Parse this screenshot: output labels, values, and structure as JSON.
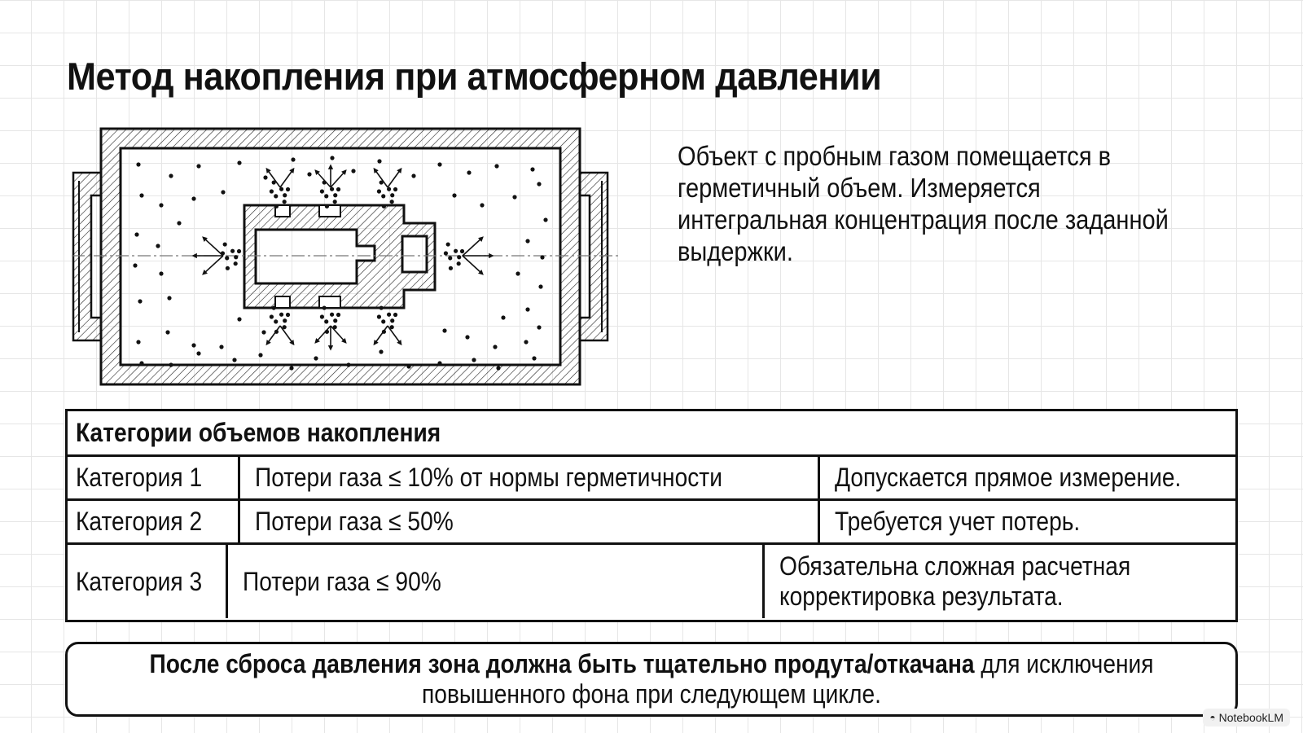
{
  "title": "Метод накопления при атмосферном давлении",
  "description": "Объект с пробным газом помещается в герметичный объем. Измеряется интегральная концентрация после заданной выдержки.",
  "table": {
    "header": "Категории объемов накопления",
    "rows": [
      {
        "category": "Категория 1",
        "loss": "Потери газа ≤ 10% от нормы герметичности",
        "note": "Допускается прямое измерение."
      },
      {
        "category": "Категория 2",
        "loss": "Потери газа ≤ 50%",
        "note": "Требуется учет потерь."
      },
      {
        "category": "Категория 3",
        "loss": "Потери газа ≤ 90%",
        "note": "Обязательна сложная расчетная корректировка результата."
      }
    ]
  },
  "footer_note": {
    "bold": "После сброса давления зона должна быть тщательно продута/откачана",
    "rest": " для исключения повышенного фона при следующем цикле."
  },
  "badge": {
    "icon": "notebooklm-icon",
    "label": "NotebookLM"
  }
}
